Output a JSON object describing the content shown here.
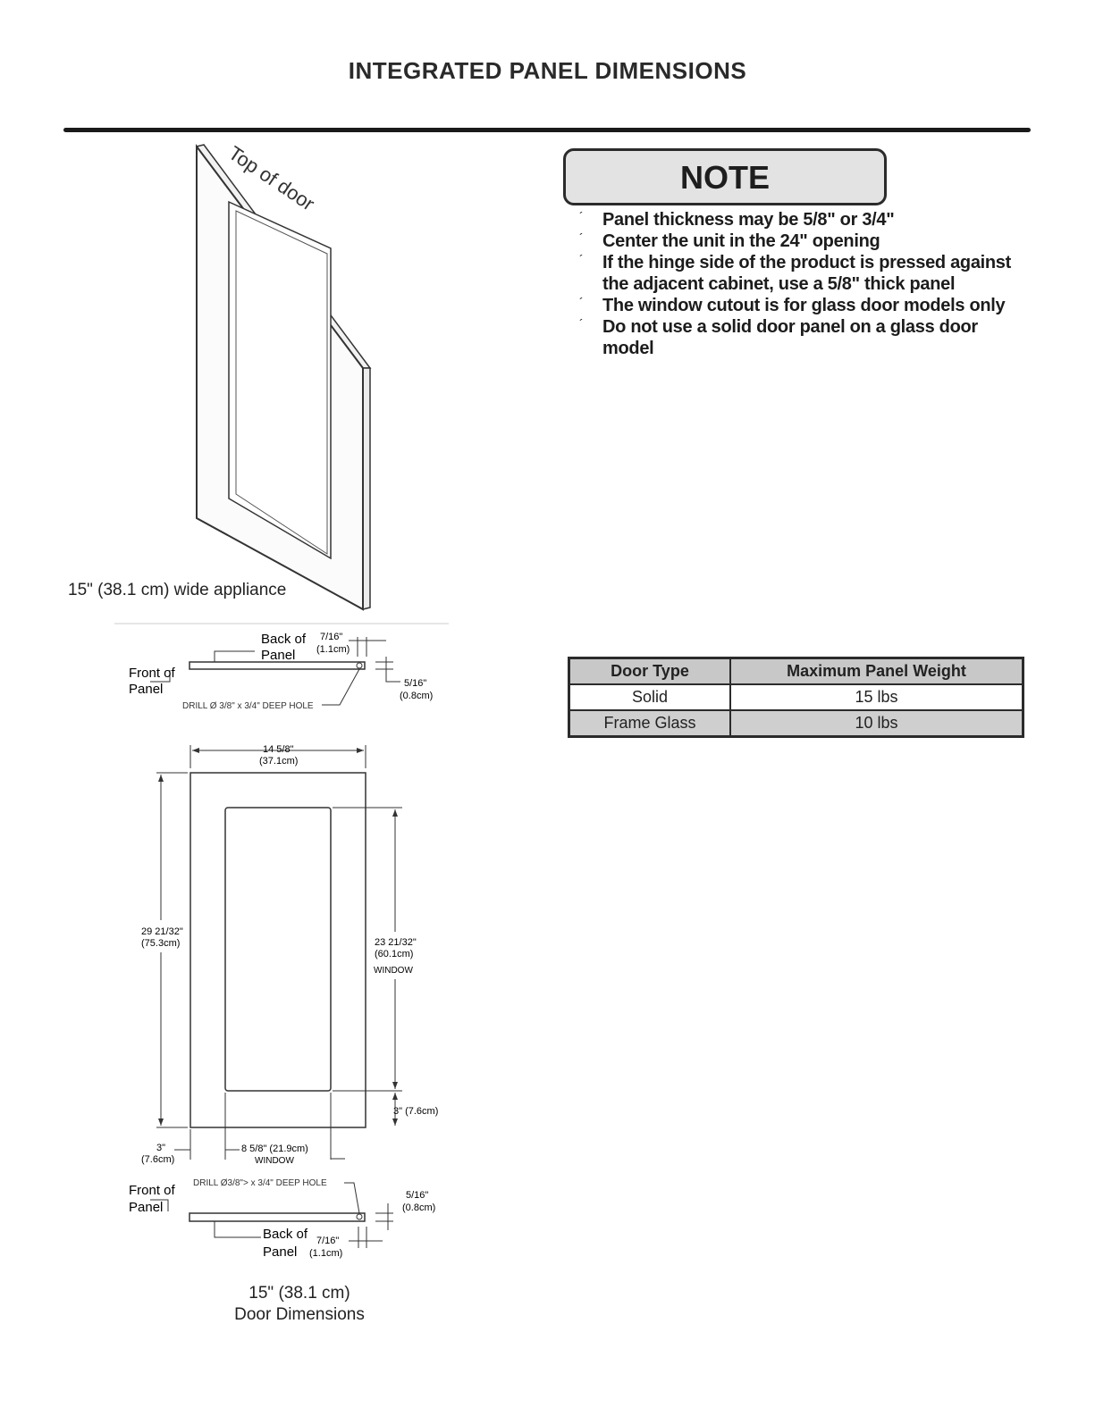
{
  "page": {
    "title": "INTEGRATED PANEL DIMENSIONS"
  },
  "note": {
    "heading": "NOTE",
    "bullet_glyph": "´",
    "items": [
      "Panel thickness may be 5/8\" or 3/4\"",
      "Center the unit in the 24\" opening",
      "If the hinge side of the product is pressed against the adjacent cabinet, use a 5/8\" thick panel",
      "The window cutout is for glass door models only",
      "Do not use a solid door panel on a glass door model"
    ]
  },
  "weight_table": {
    "headers": [
      "Door Type",
      "Maximum Panel Weight"
    ],
    "rows": [
      [
        "Solid",
        "15 lbs"
      ],
      [
        "Frame Glass",
        "10 lbs"
      ]
    ]
  },
  "iso_drawing": {
    "top_label": "Top of door",
    "caption": "15\" (38.1 cm) wide appliance"
  },
  "top_section": {
    "back_label_1": "Back of",
    "back_label_2": "Panel",
    "front_label_1": "Front of",
    "front_label_2": "Panel",
    "dim_a_in": "7/16\"",
    "dim_a_cm": "(1.1cm)",
    "dim_b_in": "5/16\"",
    "dim_b_cm": "(0.8cm)",
    "drill": "DRILL  Ø  3/8\" x 3/4\" DEEP HOLE"
  },
  "front_view": {
    "width_in": "14 5/8\"",
    "width_cm": "(37.1cm)",
    "height_in": "29 21/32\"",
    "height_cm": "(75.3cm)",
    "window_h_in": "23 21/32\"",
    "window_h_cm": "(60.1cm)",
    "window_h_label": "WINDOW",
    "bottom_rail": "3\" (7.6cm)",
    "side_in": "3\"",
    "side_cm": "(7.6cm)",
    "window_w": "8 5/8\" (21.9cm)",
    "window_w_label": "WINDOW"
  },
  "bottom_section": {
    "drill": "DRILL  Ø3/8\"> x 3/4\" DEEP HOLE",
    "front_label_1": "Front of",
    "front_label_2": "Panel",
    "back_label_1": "Back of",
    "back_label_2": "Panel",
    "dim_b_in": "5/16\"",
    "dim_b_cm": "(0.8cm)",
    "dim_a_in": "7/16\"",
    "dim_a_cm": "(1.1cm)"
  },
  "door_caption": {
    "line1": "15\" (38.1 cm)",
    "line2": "Door Dimensions"
  }
}
